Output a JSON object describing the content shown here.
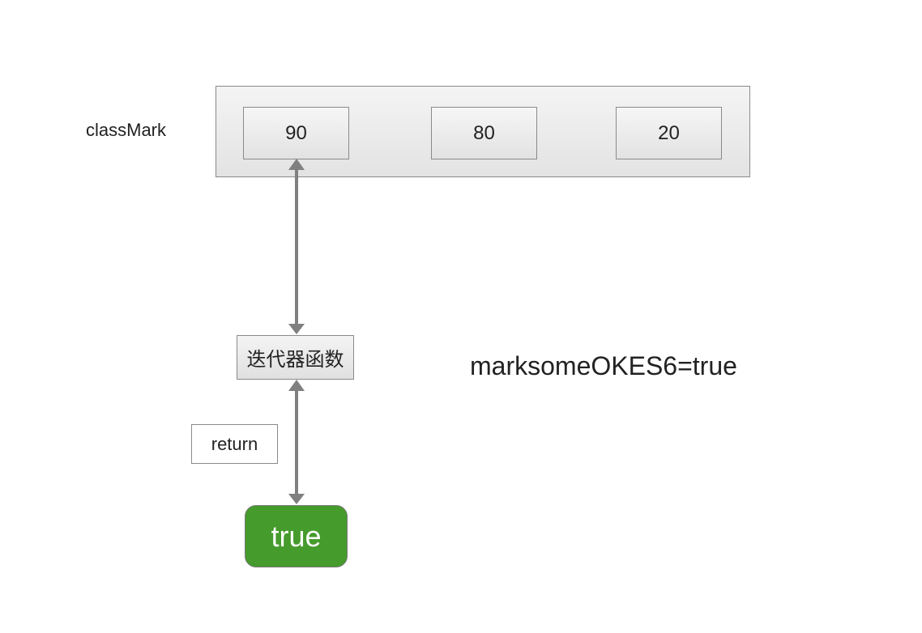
{
  "array": {
    "label": "classMark",
    "cells": [
      "90",
      "80",
      "20"
    ]
  },
  "iterator": {
    "label": "迭代器函数"
  },
  "return_label": "return",
  "result": {
    "value": "true",
    "color": "#459b2b"
  },
  "statement": "marksomeOKES6=true",
  "colors": {
    "arrow": "#808080",
    "border": "#8a8a8a"
  }
}
